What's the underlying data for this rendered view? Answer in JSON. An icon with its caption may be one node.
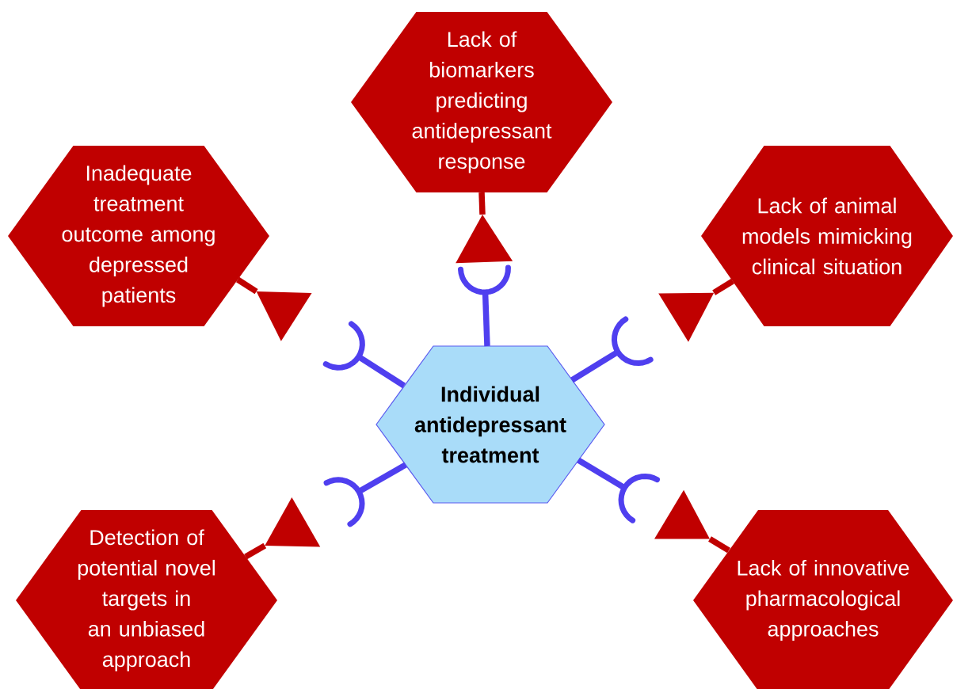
{
  "diagram": {
    "nodes": [
      {
        "text": [
          "Lack of biomarkers predicting antidepressant response"
        ]
      },
      {
        "text": [
          "Inadequate treatment outcome among depressed patients"
        ]
      },
      {
        "text": [
          "Lack of animal models mimicking clinical situation"
        ]
      },
      {
        "text": [
          "Individual antidepressant treatment"
        ]
      },
      {
        "text": [
          "Detection of potential novel targets in an unbiased approach"
        ]
      },
      {
        "text": [
          "Lack of innovative pharmacological approaches"
        ]
      },
      {
        "text": [],
        "shape": "triangle"
      },
      {
        "text": [],
        "shape": "triangle"
      },
      {
        "text": [],
        "shape": "triangle"
      },
      {
        "text": [],
        "shape": "triangle"
      },
      {
        "text": [],
        "shape": "triangle"
      },
      {
        "text": [],
        "shape": "cup"
      },
      {
        "text": [],
        "shape": "cup"
      },
      {
        "text": [],
        "shape": "cup"
      },
      {
        "text": [],
        "shape": "cup"
      },
      {
        "text": [],
        "shape": "cup"
      }
    ],
    "edges": [
      {
        "from": 0,
        "to": 6,
        "arrow": "none",
        "color": "#c00000"
      },
      {
        "from": 1,
        "to": 7,
        "arrow": "none",
        "color": "#c00000"
      },
      {
        "from": 2,
        "to": 8,
        "arrow": "none",
        "color": "#c00000"
      },
      {
        "from": 4,
        "to": 9,
        "arrow": "none",
        "color": "#c00000"
      },
      {
        "from": 5,
        "to": 10,
        "arrow": "none",
        "color": "#c00000"
      },
      {
        "from": 11,
        "to": 3,
        "arrow": "none",
        "color": "#4f3fef"
      },
      {
        "from": 12,
        "to": 3,
        "arrow": "none",
        "color": "#4f3fef"
      },
      {
        "from": 13,
        "to": 3,
        "arrow": "none",
        "color": "#4f3fef"
      },
      {
        "from": 14,
        "to": 3,
        "arrow": "none",
        "color": "#4f3fef"
      },
      {
        "from": 15,
        "to": 3,
        "arrow": "none",
        "color": "#4f3fef"
      }
    ]
  }
}
